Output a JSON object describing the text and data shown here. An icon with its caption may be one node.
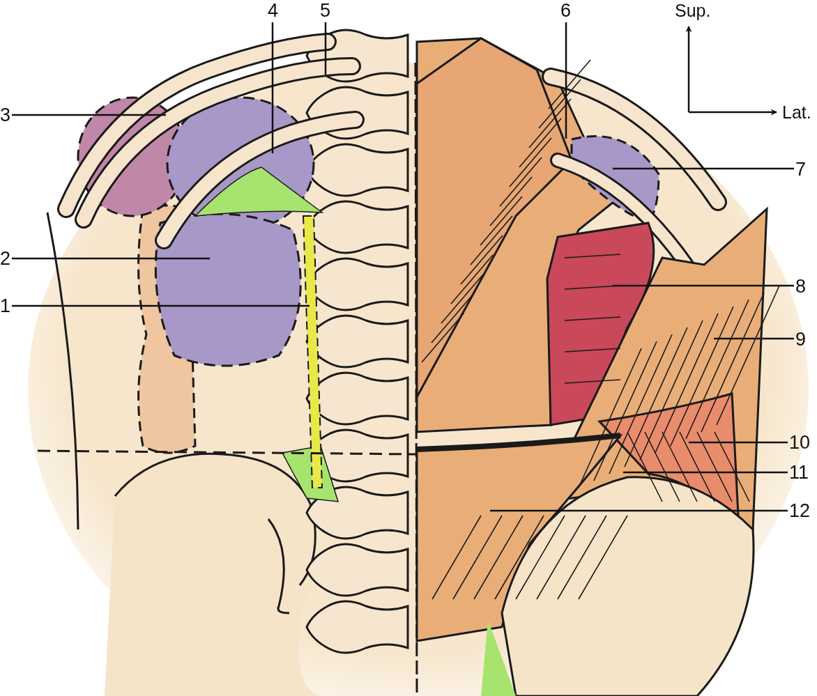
{
  "diagram": {
    "nodes": [
      {
        "text": [
          "4"
        ]
      },
      {
        "text": [
          "5"
        ]
      },
      {
        "text": [
          "6"
        ]
      },
      {
        "text": [
          "3"
        ]
      },
      {
        "text": [
          "7"
        ]
      },
      {
        "text": [
          "2"
        ]
      },
      {
        "text": [
          "8"
        ]
      },
      {
        "text": [
          "1"
        ]
      },
      {
        "text": [
          "9"
        ]
      },
      {
        "text": [
          "10"
        ]
      },
      {
        "text": [
          "11"
        ]
      },
      {
        "text": [
          "12"
        ]
      }
    ],
    "edges": [
      {
        "from": 0,
        "to": null,
        "arrow": "none"
      },
      {
        "from": 1,
        "to": null,
        "arrow": "none"
      },
      {
        "from": 2,
        "to": null,
        "arrow": "none"
      },
      {
        "from": 3,
        "to": null,
        "arrow": "none"
      },
      {
        "from": 4,
        "to": null,
        "arrow": "none"
      },
      {
        "from": 5,
        "to": null,
        "arrow": "none"
      },
      {
        "from": 6,
        "to": null,
        "arrow": "none"
      },
      {
        "from": 7,
        "to": null,
        "arrow": "none"
      },
      {
        "from": 8,
        "to": null,
        "arrow": "none"
      },
      {
        "from": 9,
        "to": null,
        "arrow": "none"
      },
      {
        "from": 10,
        "to": null,
        "arrow": "none"
      },
      {
        "from": 11,
        "to": null,
        "arrow": "none"
      }
    ],
    "labels": [
      "Sup.",
      "Lat."
    ]
  }
}
